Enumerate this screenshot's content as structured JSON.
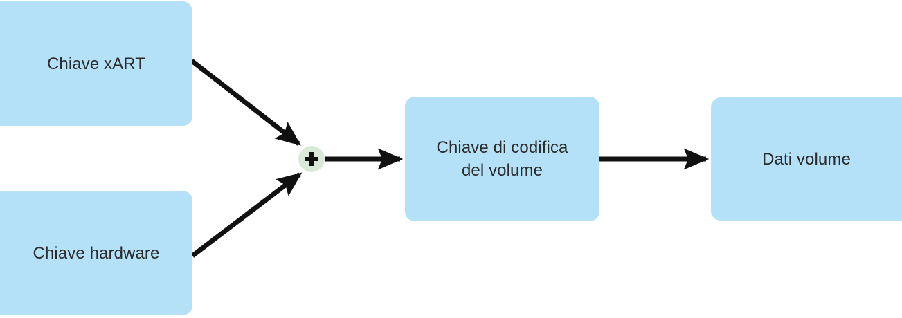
{
  "diagram": {
    "title": "Chiave di codifica del volume",
    "background_color": "#ffffff",
    "node_fill_color": "#b4e1f8",
    "combiner_fill_color": "#d8e9d7",
    "edge_color": "#111111",
    "text_color": "#2b2b2b",
    "nodes": [
      {
        "id": "key-xart",
        "label": "Chiave xART"
      },
      {
        "id": "key-hardware",
        "label": "Chiave hardware"
      },
      {
        "id": "combiner",
        "label": "+",
        "icon": "plus-icon"
      },
      {
        "id": "volume-encryption-key",
        "label": "Chiave di codifica\ndel volume"
      },
      {
        "id": "volume-data",
        "label": "Dati volume"
      }
    ],
    "edges": [
      {
        "id": "edge-xart-to-combiner",
        "from": "key-xart",
        "to": "combiner",
        "style": "arrow"
      },
      {
        "id": "edge-hardware-to-combiner",
        "from": "key-hardware",
        "to": "combiner",
        "style": "arrow"
      },
      {
        "id": "edge-combiner-to-vek",
        "from": "combiner",
        "to": "volume-encryption-key",
        "style": "arrow"
      },
      {
        "id": "edge-vek-to-data",
        "from": "volume-encryption-key",
        "to": "volume-data",
        "style": "arrow"
      }
    ]
  }
}
